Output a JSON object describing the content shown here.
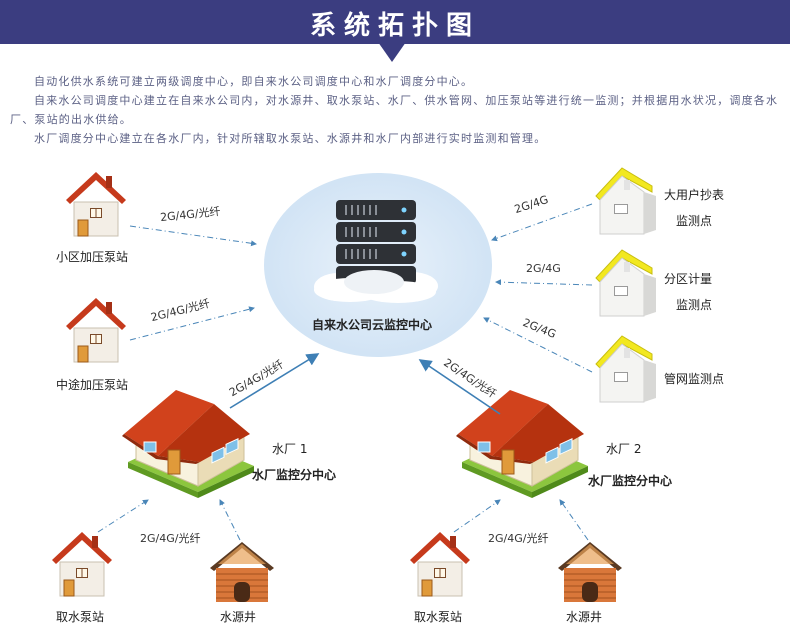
{
  "header": {
    "title": "系统拓扑图"
  },
  "intro": [
    "自动化供水系统可建立两级调度中心，即自来水公司调度中心和水厂调度分中心。",
    "自来水公司调度中心建立在自来水公司内，对水源井、取水泵站、水厂、供水管网、加压泵站等进行统一监测；并根据用水状况，调度各水厂、泵站的出水供给。",
    "水厂调度分中心建立在各水厂内，针对所辖取水泵站、水源井和水厂内部进行实时监测和管理。"
  ],
  "center": {
    "label": "自来水公司云监控中心"
  },
  "left_nodes": [
    {
      "label": "小区加压泵站",
      "link": "2G/4G/光纤"
    },
    {
      "label": "中途加压泵站",
      "link": "2G/4G/光纤"
    }
  ],
  "right_nodes": [
    {
      "label1": "大用户抄表",
      "label2": "监测点",
      "link": "2G/4G"
    },
    {
      "label1": "分区计量",
      "label2": "监测点",
      "link": "2G/4G"
    },
    {
      "label1": "管网监测点",
      "label2": "",
      "link": "2G/4G"
    }
  ],
  "plants": [
    {
      "name": "水厂 1",
      "subcenter": "水厂监控分中心",
      "uplink": "2G/4G/光纤",
      "downlink": "2G/4G/光纤",
      "pump": "取水泵站",
      "well": "水源井"
    },
    {
      "name": "水厂 2",
      "subcenter": "水厂监控分中心",
      "uplink": "2G/4G/光纤",
      "downlink": "2G/4G/光纤",
      "pump": "取水泵站",
      "well": "水源井"
    }
  ],
  "colors": {
    "title_bg": "#3b3d80",
    "cloud": "#dbe9f7",
    "roof_red": "#c63a1c",
    "roof_yellow": "#f2e820",
    "arrow": "#3e7fb5"
  }
}
